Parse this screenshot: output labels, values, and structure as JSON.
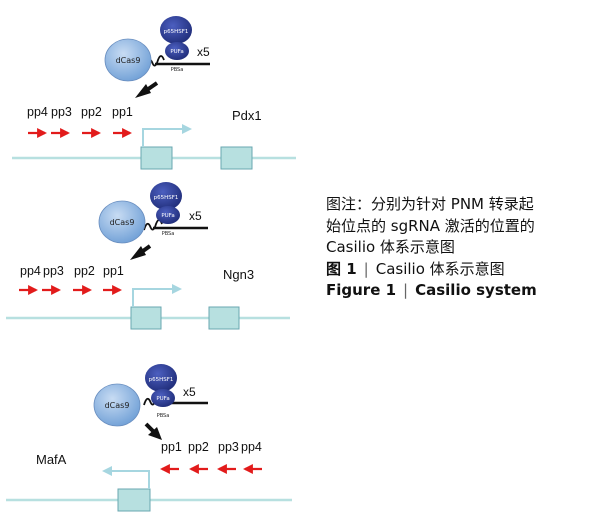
{
  "complex": {
    "protein_label": "p65HSF1",
    "pufa_label": "PUFa",
    "dcas9_label": "dCas9",
    "pbs_label": "PBSa",
    "repeat_label": "x5"
  },
  "panels": [
    {
      "gene": "Pdx1",
      "pp": [
        "pp4",
        "pp3",
        "pp2",
        "pp1"
      ]
    },
    {
      "gene": "Ngn3",
      "pp": [
        "pp4",
        "pp3",
        "pp2",
        "pp1"
      ]
    },
    {
      "gene": "MafA",
      "pp": [
        "pp1",
        "pp2",
        "pp3",
        "pp4"
      ]
    }
  ],
  "caption": {
    "note_lines": [
      "图注：分别为针对 PNM 转录起",
      "始位点的 sgRNA 激活的位置的",
      "Casilio 体系示意图"
    ],
    "cn_prefix": "图 1",
    "cn_text": "Casilio 体系示意图",
    "en_prefix": "Figure 1",
    "en_text": "Casilio system",
    "separator": "|"
  },
  "colors": {
    "protein": "#2f3f9a",
    "dcas9": "#8fb8e4",
    "dna": "#b7e0e0",
    "exon_fill": "#b7e0e0",
    "exon_stroke": "#6aa7b0",
    "tss_arrow": "#a6d6e0",
    "pp_arrow": "#e21b1b"
  }
}
